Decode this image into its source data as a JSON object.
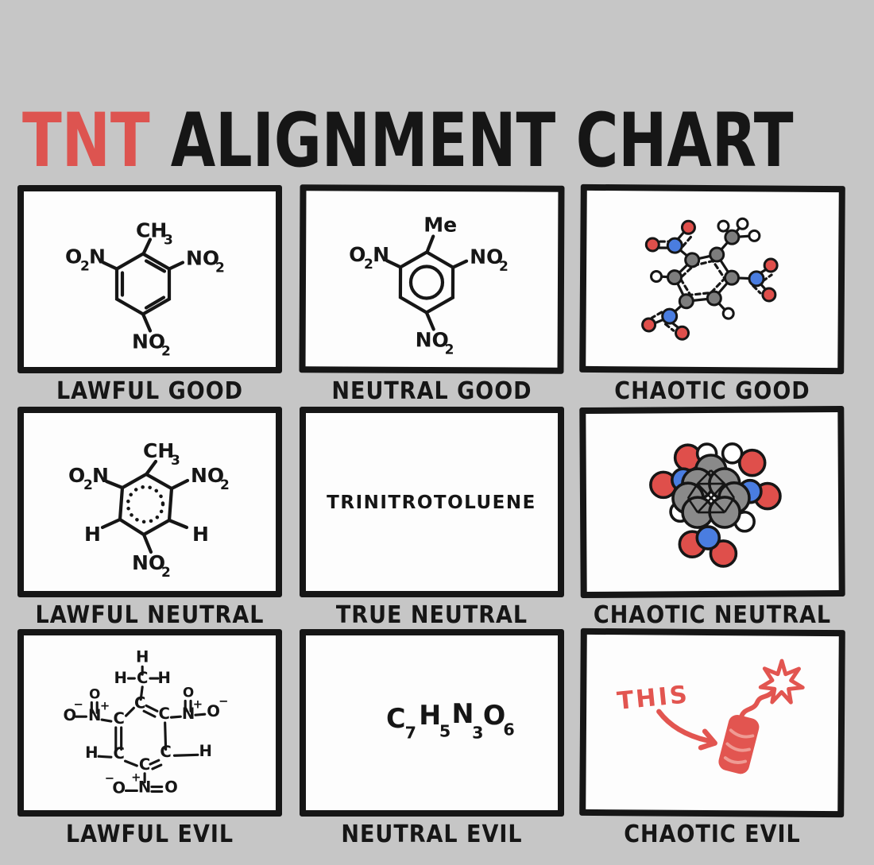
{
  "title": {
    "tnt": "TNT",
    "rest": "ALIGNMENT CHART"
  },
  "colors": {
    "bg": "#c6c6c6",
    "panel-bg": "#fdfdfd",
    "ink": "#161616",
    "red": "#dd5450",
    "crayon-red": "#e25550",
    "atom-red": "#df4f4b",
    "atom-blue": "#4a7de0",
    "atom-gray": "#7d7d7d",
    "sf-gray": "#8a8a8a"
  },
  "chem": {
    "ch": "CH",
    "sub3": "3",
    "me": "Me",
    "o": "O",
    "sub2": "2",
    "n": "N",
    "no": "NO",
    "h": "H",
    "c": "C",
    "plus": "+",
    "minus": "−",
    "eq": "="
  },
  "panels": [
    {
      "label": "LAWFUL GOOD",
      "content_type": "kekule-skeletal-formula"
    },
    {
      "label": "NEUTRAL GOOD",
      "content_type": "aromatic-circle-skeletal-formula"
    },
    {
      "label": "CHAOTIC GOOD",
      "content_type": "ball-and-stick-model"
    },
    {
      "label": "LAWFUL NEUTRAL",
      "content_type": "dotted-aromatic-formula-with-H"
    },
    {
      "label": "TRUE NEUTRAL",
      "content_type": "text",
      "text": "TRINITROTOLUENE"
    },
    {
      "label": "CHAOTIC NEUTRAL",
      "content_type": "space-filling-model"
    },
    {
      "label": "LAWFUL EVIL",
      "content_type": "lewis-structure-with-charges"
    },
    {
      "label": "NEUTRAL EVIL",
      "content_type": "molecular-formula",
      "formula": {
        "c": "C",
        "c_sub": "7",
        "h": "H",
        "h_sub": "5",
        "n": "N",
        "n_sub": "3",
        "o": "O",
        "o_sub": "6"
      }
    },
    {
      "label": "CHAOTIC EVIL",
      "content_type": "crayon-doodle",
      "annotation": "THIS"
    }
  ]
}
